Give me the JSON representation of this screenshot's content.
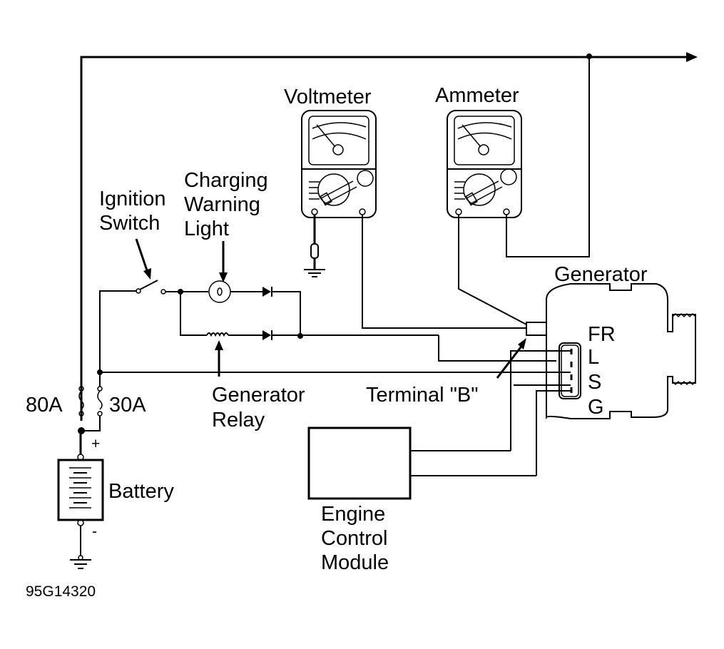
{
  "diagram": {
    "title": "Charging System Test Wiring",
    "figure_id": "95G14320",
    "colors": {
      "ink": "#000000",
      "background": "#ffffff"
    },
    "labels": {
      "voltmeter": "Voltmeter",
      "ammeter": "Ammeter",
      "charging_warning_light": [
        "Charging",
        "Warning",
        "Light"
      ],
      "ignition_switch": [
        "Ignition",
        "Switch"
      ],
      "generator": "Generator",
      "terminal_b": "Terminal \"B\"",
      "generator_relay": [
        "Generator",
        "Relay"
      ],
      "fuse_80a": "80A",
      "fuse_30a": "30A",
      "battery": "Battery",
      "battery_plus": "+",
      "battery_minus": "-",
      "ecm": [
        "Engine",
        "Control",
        "Module"
      ]
    },
    "generator_terminals": [
      "FR",
      "L",
      "S",
      "G"
    ],
    "components": [
      {
        "name": "Voltmeter",
        "icon": "meter-icon"
      },
      {
        "name": "Ammeter",
        "icon": "meter-icon"
      },
      {
        "name": "Ignition Switch",
        "icon": "switch-icon"
      },
      {
        "name": "Charging Warning Light",
        "icon": "lamp-icon"
      },
      {
        "name": "Generator Relay",
        "icon": "coil-icon"
      },
      {
        "name": "80A Fuse",
        "icon": "fuse-icon"
      },
      {
        "name": "30A Fuse",
        "icon": "fuse-icon"
      },
      {
        "name": "Battery",
        "icon": "battery-icon"
      },
      {
        "name": "Generator",
        "icon": "generator-icon"
      },
      {
        "name": "Engine Control Module",
        "icon": "ecm-box-icon"
      }
    ]
  }
}
